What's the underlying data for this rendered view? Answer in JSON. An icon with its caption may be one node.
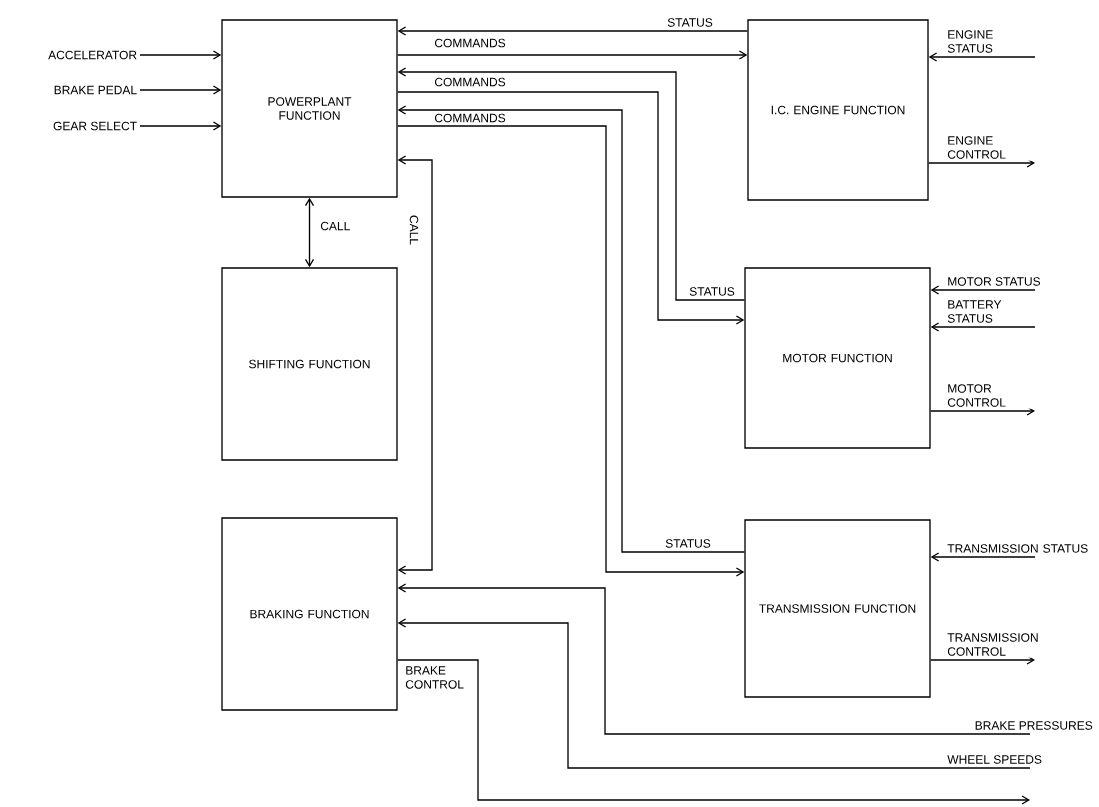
{
  "diagram": {
    "nodes": [
      {
        "text": [
          "POWERPLANT FUNCTION"
        ]
      },
      {
        "text": [
          "I.C. ENGINE FUNCTION"
        ]
      },
      {
        "text": [
          "SHIFTING FUNCTION"
        ]
      },
      {
        "text": [
          "MOTOR FUNCTION"
        ]
      },
      {
        "text": [
          "BRAKING FUNCTION"
        ]
      },
      {
        "text": [
          "TRANSMISSION FUNCTION"
        ]
      },
      {
        "text": [
          "ACCELERATOR"
        ]
      },
      {
        "text": [
          "BRAKE PEDAL"
        ]
      },
      {
        "text": [
          "GEAR SELECT"
        ]
      }
    ],
    "edges": [
      {
        "from": 6,
        "to": 0,
        "arrow": "to"
      },
      {
        "from": 7,
        "to": 0,
        "arrow": "to"
      },
      {
        "from": 8,
        "to": 0,
        "arrow": "to"
      },
      {
        "from": 1,
        "to": 0,
        "arrow": "to",
        "label": "STATUS"
      },
      {
        "from": 0,
        "to": 1,
        "arrow": "to",
        "label": "COMMANDS"
      },
      {
        "from": 3,
        "to": 0,
        "arrow": "to",
        "label": "STATUS"
      },
      {
        "from": 0,
        "to": 3,
        "arrow": "to",
        "label": "COMMANDS"
      },
      {
        "from": 5,
        "to": 0,
        "arrow": "to",
        "label": "STATUS"
      },
      {
        "from": 0,
        "to": 5,
        "arrow": "to",
        "label": "COMMANDS"
      },
      {
        "from": 0,
        "to": 2,
        "arrow": "both",
        "label": "CALL"
      },
      {
        "from": 0,
        "to": 4,
        "arrow": "both",
        "label": "CALL"
      },
      {
        "from": null,
        "to": 1,
        "arrow": "to",
        "label": "ENGINE STATUS"
      },
      {
        "from": 1,
        "to": null,
        "arrow": "to",
        "label": "ENGINE CONTROL"
      },
      {
        "from": null,
        "to": 3,
        "arrow": "to",
        "label": "MOTOR STATUS"
      },
      {
        "from": null,
        "to": 3,
        "arrow": "to",
        "label": "BATTERY STATUS"
      },
      {
        "from": 3,
        "to": null,
        "arrow": "to",
        "label": "MOTOR CONTROL"
      },
      {
        "from": null,
        "to": 5,
        "arrow": "to",
        "label": "TRANSMISSION STATUS"
      },
      {
        "from": 5,
        "to": null,
        "arrow": "to",
        "label": "TRANSMISSION CONTROL"
      },
      {
        "from": null,
        "to": 4,
        "arrow": "to",
        "label": "BRAKE PRESSURES"
      },
      {
        "from": null,
        "to": 4,
        "arrow": "to",
        "label": "WHEEL SPEEDS"
      },
      {
        "from": 4,
        "to": null,
        "arrow": "to",
        "label": "BRAKE CONTROL"
      }
    ]
  }
}
